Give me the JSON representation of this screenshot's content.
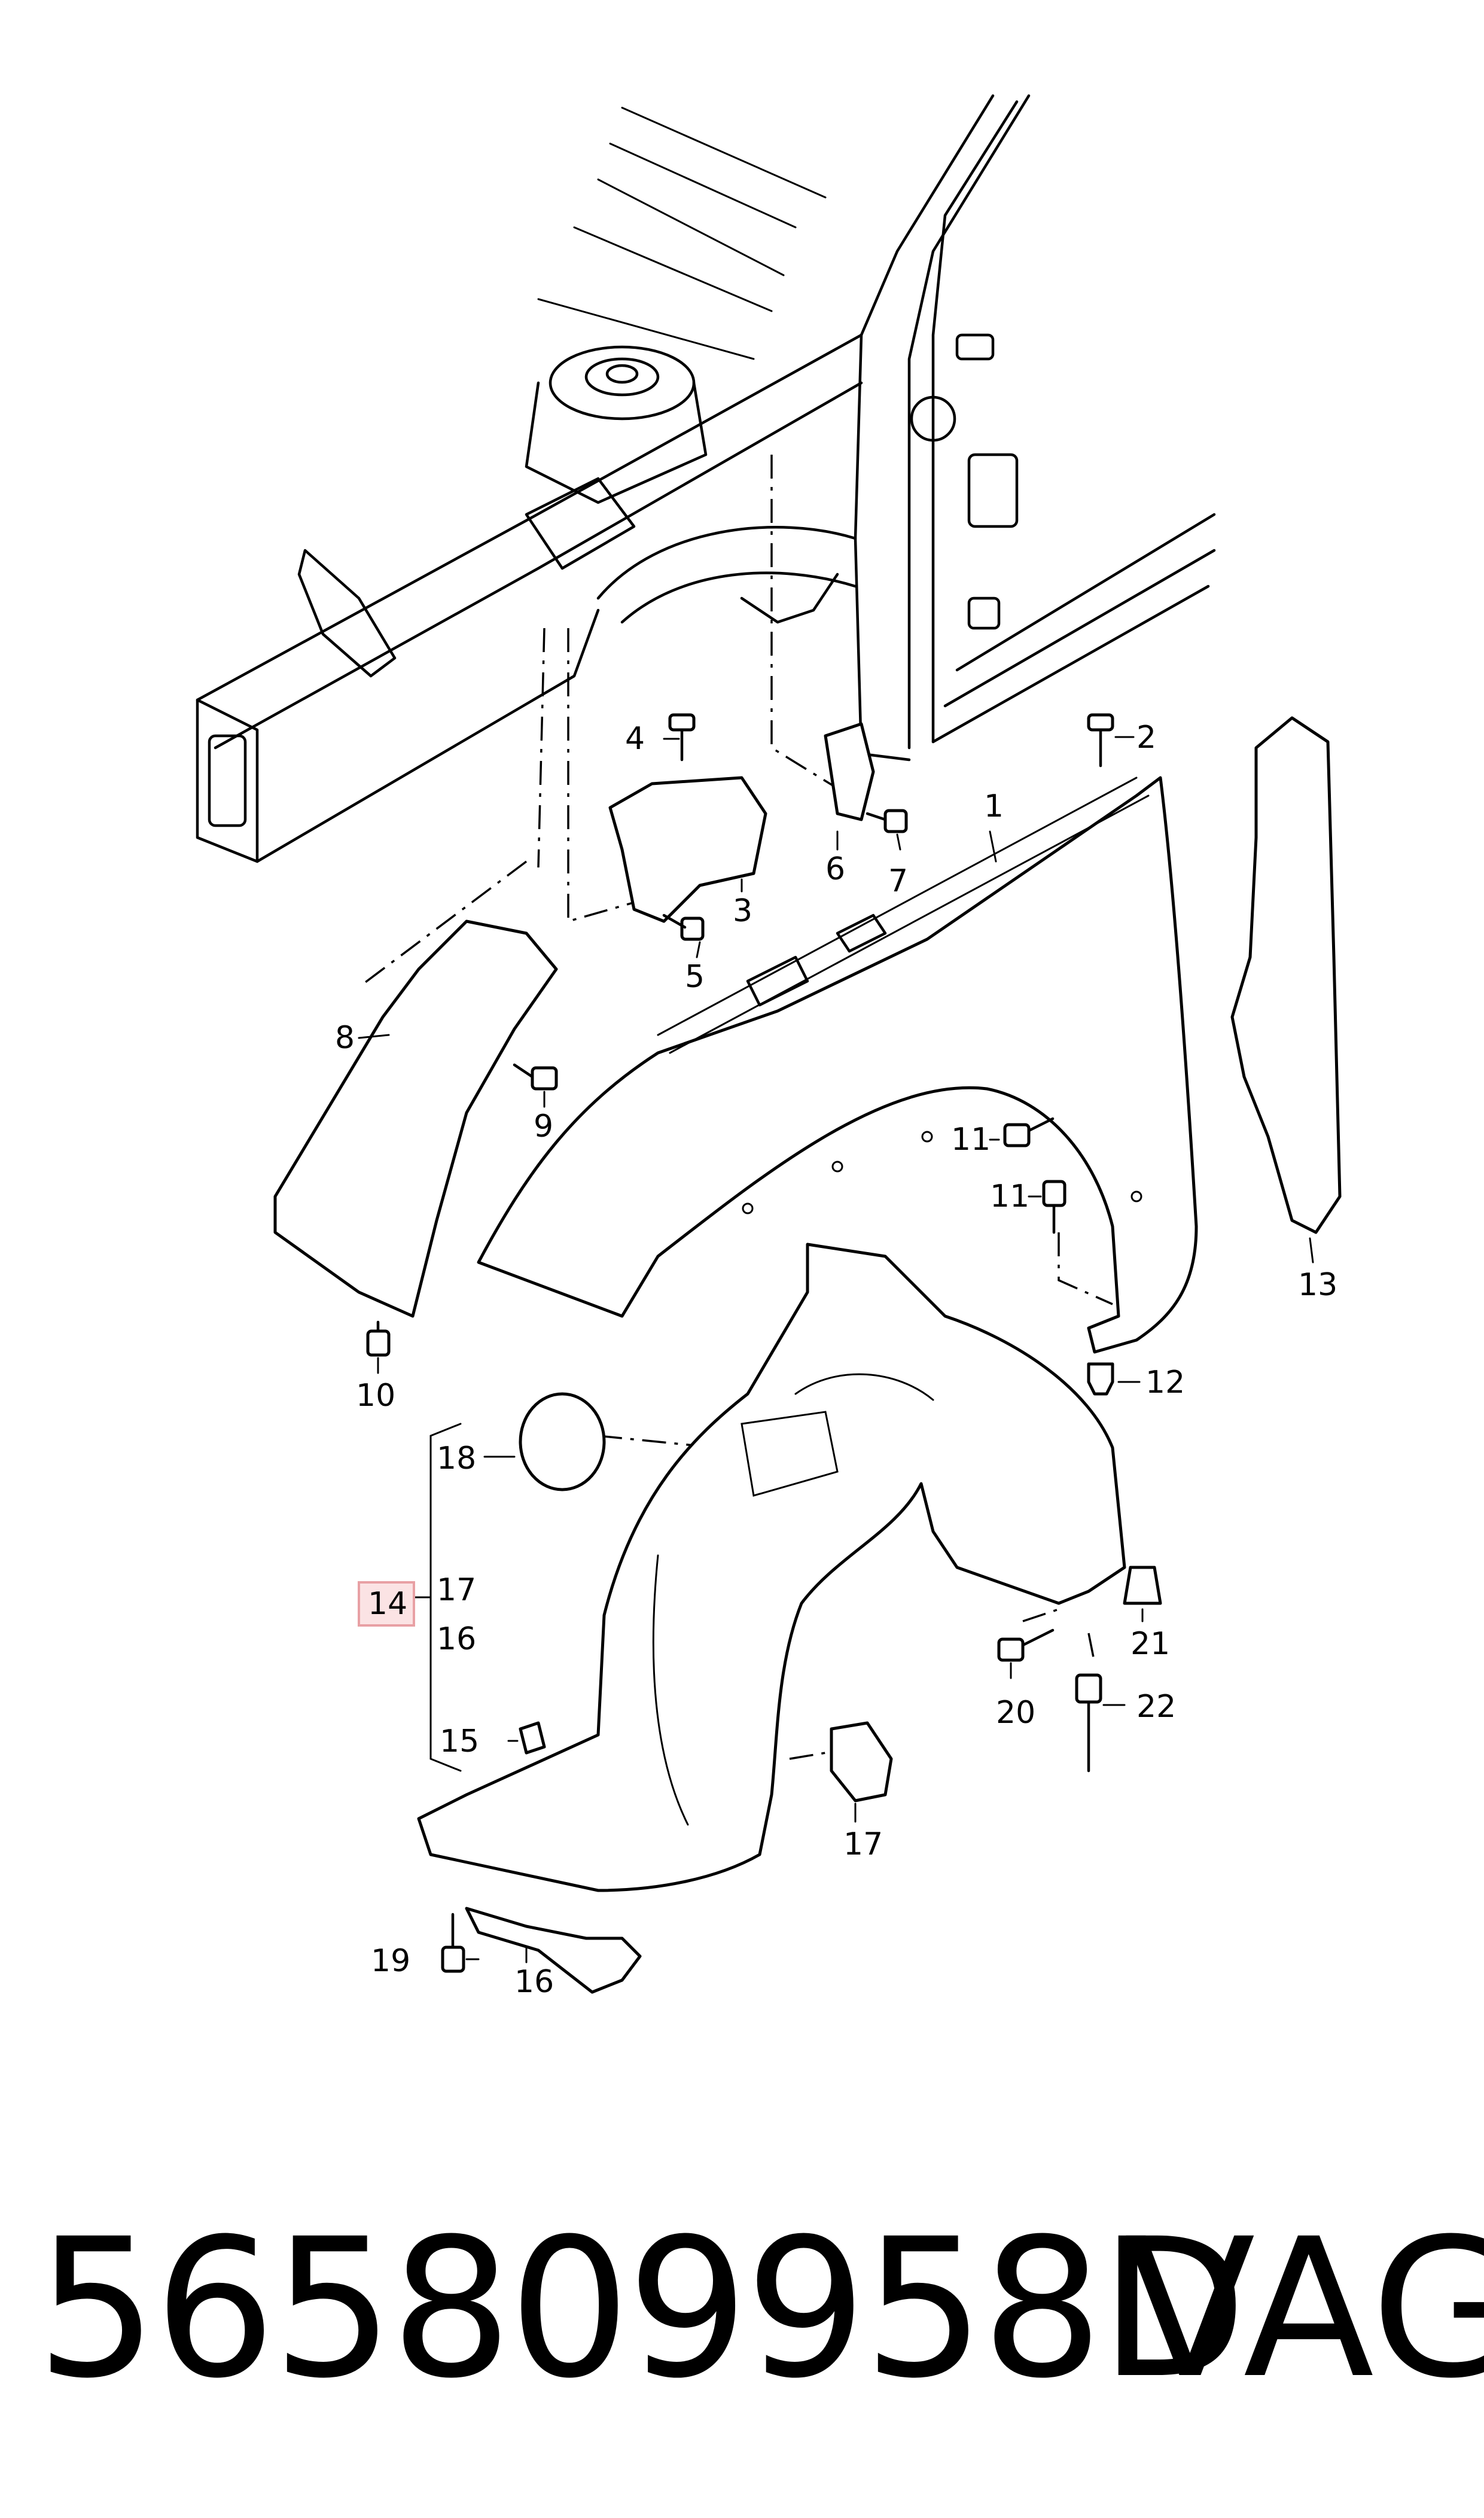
{
  "callouts": [
    {
      "id": "c1",
      "label": "1"
    },
    {
      "id": "c2",
      "label": "2"
    },
    {
      "id": "c3",
      "label": "3"
    },
    {
      "id": "c4",
      "label": "4"
    },
    {
      "id": "c5",
      "label": "5"
    },
    {
      "id": "c6",
      "label": "6"
    },
    {
      "id": "c7",
      "label": "7"
    },
    {
      "id": "c8",
      "label": "8"
    },
    {
      "id": "c9",
      "label": "9"
    },
    {
      "id": "c10",
      "label": "10"
    },
    {
      "id": "c11a",
      "label": "11"
    },
    {
      "id": "c11b",
      "label": "11"
    },
    {
      "id": "c12",
      "label": "12"
    },
    {
      "id": "c13",
      "label": "13"
    },
    {
      "id": "c14",
      "label": "14"
    },
    {
      "id": "c15",
      "label": "15"
    },
    {
      "id": "c16a",
      "label": "16"
    },
    {
      "id": "c16b",
      "label": "16"
    },
    {
      "id": "c17a",
      "label": "17"
    },
    {
      "id": "c17b",
      "label": "17"
    },
    {
      "id": "c18",
      "label": "18"
    },
    {
      "id": "c19",
      "label": "19"
    },
    {
      "id": "c20",
      "label": "20"
    },
    {
      "id": "c21",
      "label": "21"
    },
    {
      "id": "c22",
      "label": "22"
    }
  ],
  "highlight_color": "#e8a0a4",
  "highlight_fill": "#fbe3e4",
  "footer": {
    "part_number": "565809958D",
    "brand": "VAG"
  }
}
